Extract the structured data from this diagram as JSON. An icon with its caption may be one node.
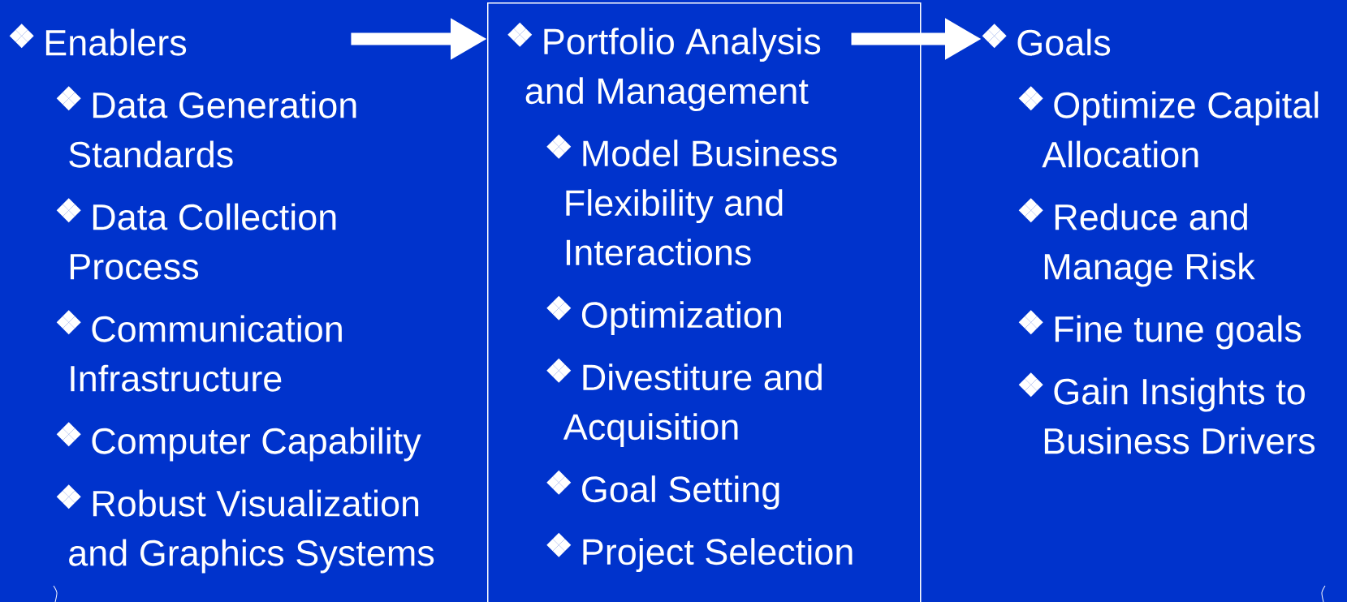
{
  "diagram": {
    "nodes": [
      {
        "text": [
          "Enablers",
          "Data Generation Standards",
          "Data Collection Process",
          "Communication Infrastructure",
          "Computer Capability",
          "Robust Visualization and Graphics Systems"
        ]
      },
      {
        "text": [
          "Portfolio Analysis and Management",
          "Model Business Flexibility and Interactions",
          "Optimization",
          "Divestiture and Acquisition",
          "Goal Setting",
          "Project Selection"
        ]
      },
      {
        "text": [
          "Goals",
          "Optimize Capital Allocation",
          "Reduce and Manage Risk",
          "Fine tune goals",
          "Gain Insights to Business Drivers"
        ]
      }
    ],
    "edges": [
      {
        "from": 0,
        "to": 1,
        "arrow": "to"
      },
      {
        "from": 1,
        "to": 2,
        "arrow": "to"
      }
    ]
  }
}
